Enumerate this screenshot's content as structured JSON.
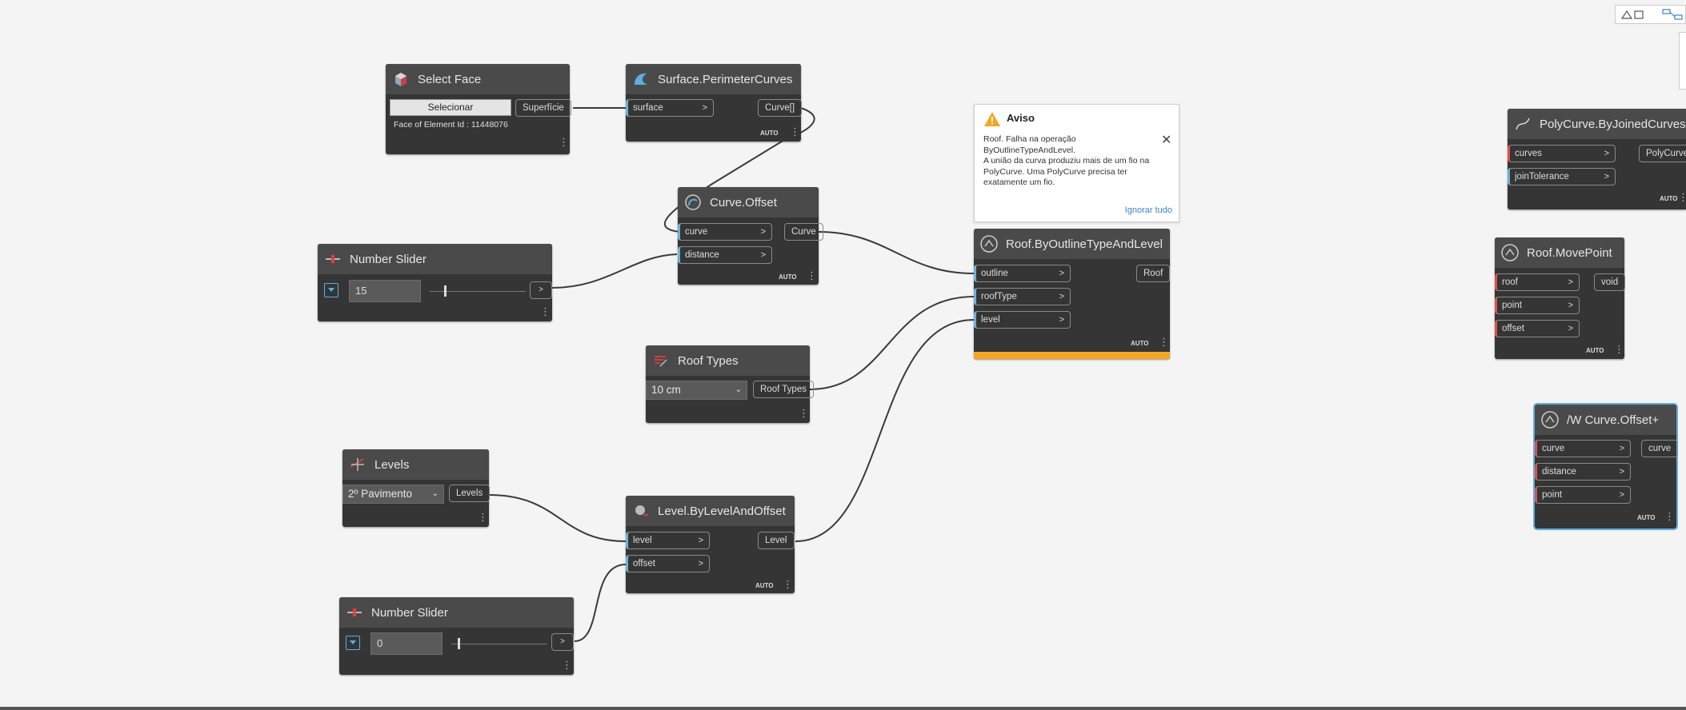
{
  "nodes": {
    "select_face": {
      "title": "Select Face",
      "button": "Selecionar",
      "output": "Superfície",
      "info": "Face of Element Id : 11448076"
    },
    "perimeter": {
      "title": "Surface.PerimeterCurves",
      "inputs": [
        "surface"
      ],
      "output": "Curve[]",
      "lacing": "AUTO"
    },
    "curve_offset": {
      "title": "Curve.Offset",
      "inputs": [
        "curve",
        "distance"
      ],
      "output": "Curve",
      "lacing": "AUTO"
    },
    "slider1": {
      "title": "Number Slider",
      "value": "15",
      "go": ">"
    },
    "roof_types": {
      "title": "Roof Types",
      "selected": "10 cm",
      "output": "Roof Types"
    },
    "roof": {
      "title": "Roof.ByOutlineTypeAndLevel",
      "inputs": [
        "outline",
        "roofType",
        "level"
      ],
      "output": "Roof",
      "lacing": "AUTO"
    },
    "levels": {
      "title": "Levels",
      "selected": "2º Pavimento",
      "output": "Levels"
    },
    "level_offset": {
      "title": "Level.ByLevelAndOffset",
      "inputs": [
        "level",
        "offset"
      ],
      "output": "Level",
      "lacing": "AUTO"
    },
    "slider2": {
      "title": "Number Slider",
      "value": "0",
      "go": ">"
    },
    "polycurve": {
      "title": "PolyCurve.ByJoinedCurves",
      "inputs": [
        "curves",
        "joinTolerance"
      ],
      "output": "PolyCurve",
      "lacing": "AUTO"
    },
    "movepoint": {
      "title": "Roof.MovePoint",
      "inputs": [
        "roof",
        "point",
        "offset"
      ],
      "output": "void",
      "lacing": "AUTO"
    },
    "custom": {
      "title": "/W Curve.Offset+",
      "inputs": [
        "curve",
        "distance",
        "point"
      ],
      "output": "curve",
      "lacing": "AUTO"
    }
  },
  "warning": {
    "title": "Aviso",
    "message": "Roof. Falha na operação ByOutlineTypeAndLevel.\nA união da curva produziu mais de um fio na PolyCurve. Uma PolyCurve precisa ter exatamente um fio.",
    "dismiss": "Ignorar tudo"
  },
  "colors": {
    "canvas": "#f4f4f4",
    "node_body": "#353535",
    "node_header": "#4a4a4a",
    "input_port": "#6fb0d8",
    "error_port": "#d9534f",
    "warning_bar": "#f5a623",
    "selection": "#5ab0e0"
  },
  "icons": [
    "select-face-icon",
    "surface-icon",
    "curve-offset-icon",
    "slider-icon",
    "roof-types-icon",
    "roof-icon",
    "levels-icon",
    "level-icon",
    "polycurve-icon",
    "warning-icon",
    "close-icon",
    "view-toggle-icons"
  ]
}
